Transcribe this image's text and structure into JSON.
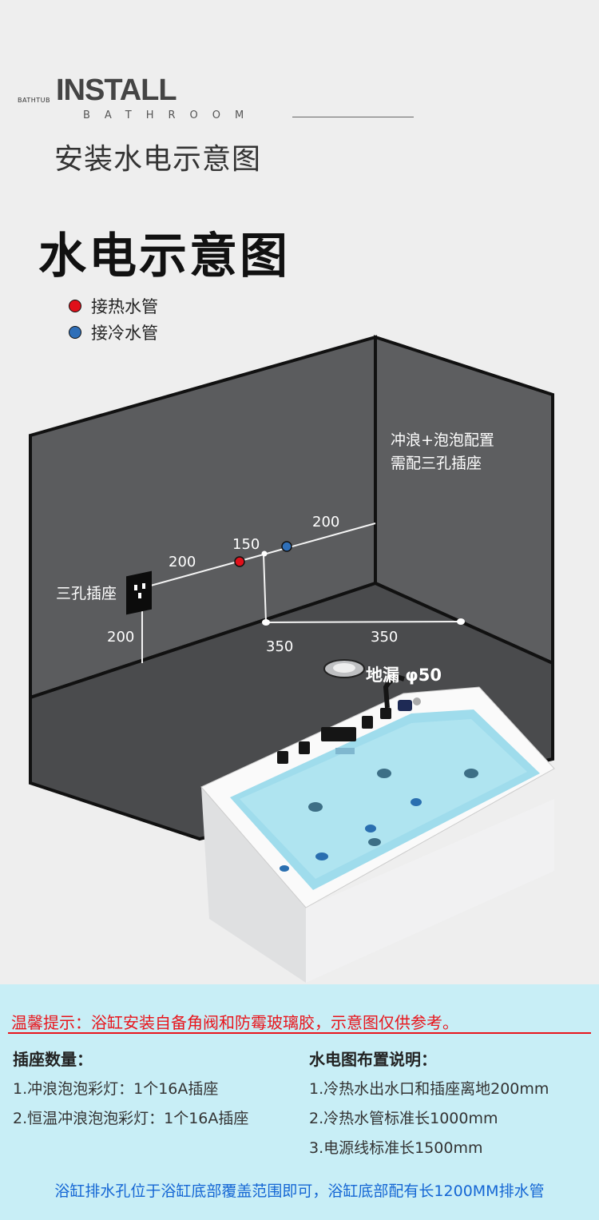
{
  "header": {
    "small_label": "BATHTUB",
    "install": "INSTALL",
    "bathroom": "BATHROOM",
    "subtitle": "安装水电示意图"
  },
  "main_title": "水电示意图",
  "legend": [
    {
      "label": "接热水管",
      "color": "#e0101a"
    },
    {
      "label": "接冷水管",
      "color": "#2f6fb8"
    }
  ],
  "diagram": {
    "note_line1": "冲浪+泡泡配置",
    "note_line2": "需配三孔插座",
    "socket_label": "三孔插座",
    "drain_label": "地漏 φ50",
    "dims": {
      "d200_right": "200",
      "d150": "150",
      "d200_left": "200",
      "d200_vertical": "200",
      "d350_left": "350",
      "d350_right": "350"
    }
  },
  "colors": {
    "wall": "#5b5c5e",
    "floor": "#4a4b4d",
    "edge": "#111111",
    "panel": "#c8eef6",
    "tip": "#e8151c",
    "footer": "#1466d4"
  },
  "notes": {
    "tip": "温馨提示：浴缸安装自备角阀和防霉玻璃胶，示意图仅供参考。",
    "left_heading": "插座数量：",
    "left_items": [
      "1.冲浪泡泡彩灯：1个16A插座",
      "2.恒温冲浪泡泡彩灯：1个16A插座"
    ],
    "right_heading": "水电图布置说明：",
    "right_items": [
      "1.冷热水出水口和插座离地200mm",
      "2.冷热水管标准长1000mm",
      "3.电源线标准长1500mm"
    ],
    "footer": "浴缸排水孔位于浴缸底部覆盖范围即可，浴缸底部配有长1200MM排水管"
  }
}
